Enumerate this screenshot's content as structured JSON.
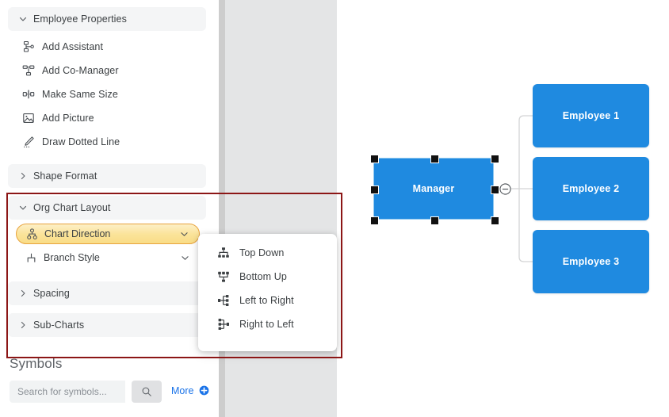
{
  "app": {
    "accent_blue": "#1f8ae0",
    "highlight_yellow": "#f9dc86",
    "annotation_red": "#8c1616",
    "link_blue": "#1a73e8"
  },
  "sidebar": {
    "sections": [
      {
        "id": "employee-properties",
        "label": "Employee Properties",
        "expanded": true,
        "chevron": "chevron-down-icon",
        "items": [
          {
            "label": "Add Assistant",
            "icon": "add-assistant-icon"
          },
          {
            "label": "Add Co-Manager",
            "icon": "add-co-manager-icon"
          },
          {
            "label": "Make Same Size",
            "icon": "make-same-size-icon"
          },
          {
            "label": "Add Picture",
            "icon": "add-picture-icon"
          },
          {
            "label": "Draw Dotted Line",
            "icon": "draw-dotted-line-icon"
          }
        ]
      },
      {
        "id": "shape-format",
        "label": "Shape Format",
        "expanded": false,
        "chevron": "chevron-right-icon",
        "items": []
      },
      {
        "id": "org-chart-layout",
        "label": "Org Chart Layout",
        "expanded": true,
        "chevron": "chevron-down-icon",
        "items": [
          {
            "label": "Chart Direction",
            "icon": "org-chart-icon",
            "selected": true,
            "chevron": "chevron-down-icon"
          },
          {
            "label": "Branch Style",
            "icon": "branch-style-icon",
            "selected": false,
            "chevron": "chevron-down-icon"
          }
        ]
      },
      {
        "id": "spacing",
        "label": "Spacing",
        "expanded": false,
        "chevron": "chevron-right-icon",
        "items": []
      },
      {
        "id": "sub-charts",
        "label": "Sub-Charts",
        "expanded": false,
        "chevron": "chevron-right-icon",
        "items": []
      }
    ]
  },
  "symbols": {
    "title": "Symbols",
    "search_placeholder": "Search for symbols...",
    "search_value": "",
    "search_icon": "search-icon",
    "more_label": "More",
    "more_icon": "plus-circle-icon"
  },
  "direction_menu": {
    "open": true,
    "items": [
      {
        "label": "Top Down",
        "icon": "top-down-icon"
      },
      {
        "label": "Bottom Up",
        "icon": "bottom-up-icon"
      },
      {
        "label": "Left to Right",
        "icon": "left-to-right-icon"
      },
      {
        "label": "Right to Left",
        "icon": "right-to-left-icon"
      }
    ]
  },
  "chart": {
    "root": {
      "label": "Manager",
      "selected": true
    },
    "children": [
      {
        "label": "Employee 1"
      },
      {
        "label": "Employee 2"
      },
      {
        "label": "Employee 3"
      }
    ],
    "collapse_toggle": "minus-circle-icon"
  }
}
